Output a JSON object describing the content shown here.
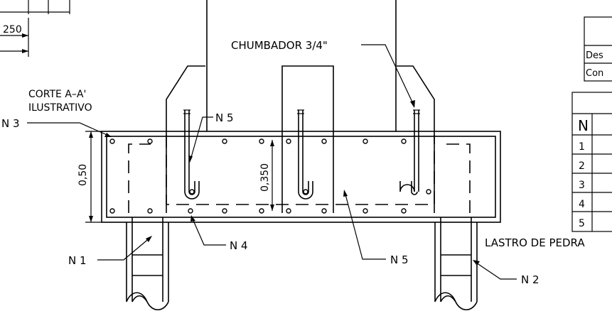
{
  "labels": {
    "dim_250": "250",
    "chumbador": "CHUMBADOR 3/4\"",
    "corte_line1": "CORTE A–A'",
    "corte_line2": "ILUSTRATIVO",
    "n3": "N 3",
    "n5_top": "N 5",
    "dim_050": "0,50",
    "dim_0350": "0,350",
    "n1": "N 1",
    "n4": "N 4",
    "n5_bottom": "N 5",
    "lastro": "LASTRO DE PEDRA",
    "n2": "N 2"
  },
  "side_box": {
    "row1": "Des",
    "row2": "Con"
  },
  "side_table": {
    "header": "N",
    "rows": [
      "1",
      "2",
      "3",
      "4",
      "5"
    ]
  }
}
